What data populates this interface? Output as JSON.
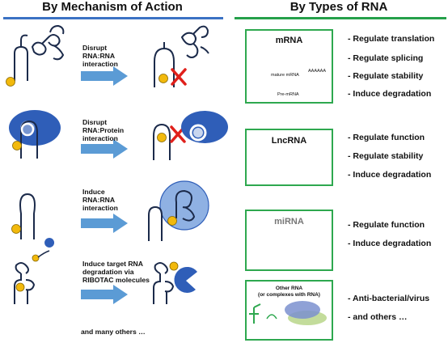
{
  "headers": {
    "left": "By Mechanism of Action",
    "right": "By Types of RNA"
  },
  "colors": {
    "blue_accent": "#3b72c4",
    "green_accent": "#25a04a",
    "arrow": "#5b9bd5",
    "protein": "#2f5eb8",
    "ligand": "#f2b90c",
    "cross": "#e0201b"
  },
  "mechanisms": [
    {
      "label": "Disrupt\nRNA:RNA\ninteraction"
    },
    {
      "label": "Disrupt\nRNA:Protein\ninteraction"
    },
    {
      "label": "Induce\nRNA:RNA\ninteraction"
    },
    {
      "label": "Induce target RNA\ndegradation via\nRIBOTAC molecules"
    }
  ],
  "more_text": "and many others …",
  "rna_types": [
    {
      "title": "mRNA",
      "sublabels": [
        "mature mRNA",
        "AAAAAA",
        "Pre-mRNA"
      ],
      "functions": [
        "Regulate translation",
        "Regulate splicing",
        "Regulate stability",
        "Induce degradation"
      ]
    },
    {
      "title": "LncRNA",
      "functions": [
        "Regulate function",
        "Regulate stability",
        "Induce degradation"
      ]
    },
    {
      "title": "miRNA",
      "functions": [
        "Regulate function",
        "Induce degradation"
      ]
    },
    {
      "title": "Other RNA\n(or complexes with RNA)",
      "functions": [
        "Anti-bacterial/virus",
        "and others …"
      ]
    }
  ]
}
